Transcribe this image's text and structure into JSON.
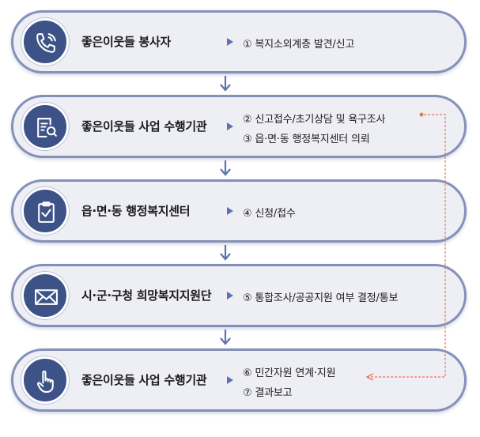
{
  "steps": [
    {
      "title": "좋은이웃들 봉사자",
      "icon": "phone-icon",
      "items": [
        "① 복지소외계층 발견/신고"
      ]
    },
    {
      "title": "좋은이웃들 사업 수행기관",
      "icon": "document-search-icon",
      "items": [
        "② 신고접수/초기상담 및 욕구조사",
        "③ 읍·면·동 행정복지센터 의뢰"
      ]
    },
    {
      "title": "읍·면·동 행정복지센터",
      "icon": "clipboard-check-icon",
      "items": [
        "④ 신청/접수"
      ]
    },
    {
      "title": "시·군·구청 희망복지지원단",
      "icon": "envelope-icon",
      "items": [
        "⑤ 통합조사/공공지원 여부 결정/통보"
      ]
    },
    {
      "title": "좋은이웃들 사업 수행기관",
      "icon": "pointing-hand-icon",
      "items": [
        "⑥ 민간자원 연계·지원",
        "⑦ 결과보고"
      ]
    }
  ],
  "colors": {
    "border": "#8390b8",
    "icon_bg": "#3d5387",
    "arrow": "#5b74b0",
    "feedback": "#e8795a"
  }
}
